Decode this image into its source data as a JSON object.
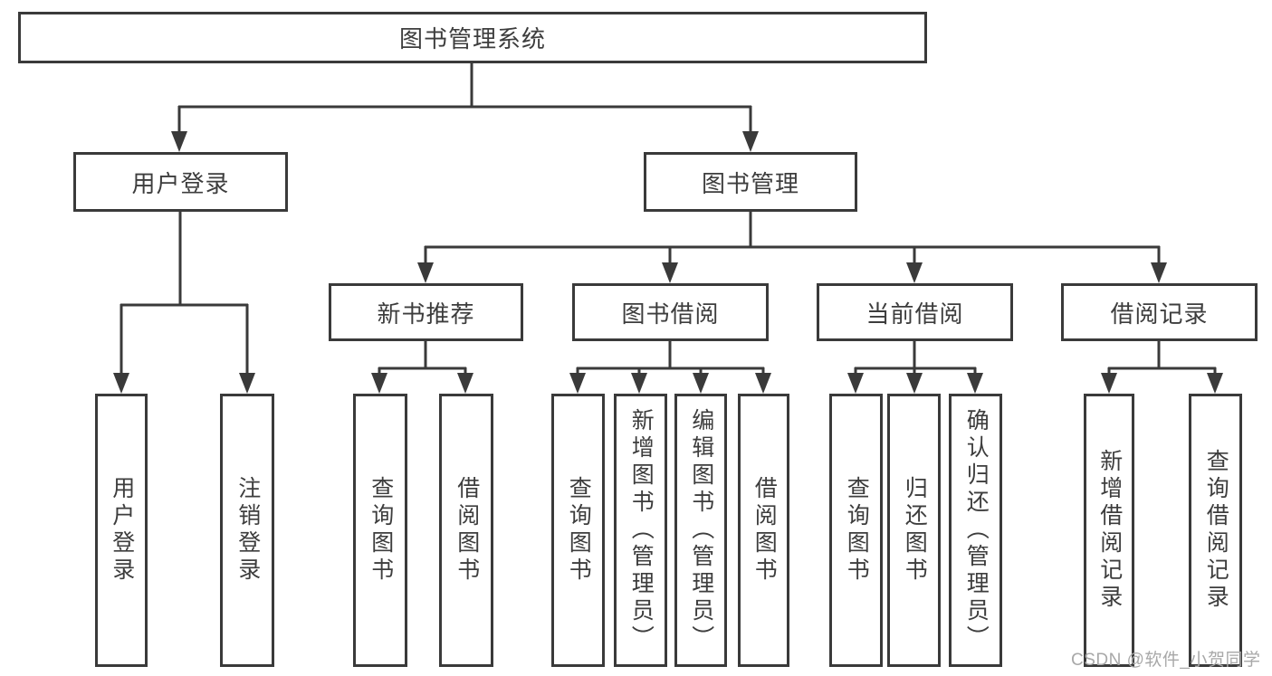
{
  "diagram": {
    "root": {
      "label": "图书管理系统"
    },
    "level2": {
      "user_login": {
        "label": "用户登录"
      },
      "book_management": {
        "label": "图书管理"
      }
    },
    "level3": {
      "new_book_recommend": {
        "label": "新书推荐"
      },
      "book_borrow": {
        "label": "图书借阅"
      },
      "current_borrow": {
        "label": "当前借阅"
      },
      "borrow_records": {
        "label": "借阅记录"
      }
    },
    "leaves": {
      "user_login": {
        "label": "用户登录"
      },
      "logout": {
        "label": "注销登录"
      },
      "recommend_query_books": {
        "label": "查询图书"
      },
      "recommend_borrow_books": {
        "label": "借阅图书"
      },
      "borrow_query_books": {
        "label": "查询图书"
      },
      "borrow_add_books_admin": {
        "label": "新增图书（管理员）"
      },
      "borrow_edit_books_admin": {
        "label": "编辑图书（管理员）"
      },
      "borrow_borrow_books": {
        "label": "借阅图书"
      },
      "current_query_books": {
        "label": "查询图书"
      },
      "current_return_books": {
        "label": "归还图书"
      },
      "current_confirm_return_admin": {
        "label": "确认归还（管理员）"
      },
      "records_add_record": {
        "label": "新增借阅记录"
      },
      "records_query_record": {
        "label": "查询借阅记录"
      }
    }
  },
  "watermark": {
    "text": "CSDN @软件_小贺同学"
  },
  "colors": {
    "line": "#3a3a3a",
    "text": "#3d3d3d",
    "watermark": "#a8a8a8",
    "background": "#ffffff"
  }
}
